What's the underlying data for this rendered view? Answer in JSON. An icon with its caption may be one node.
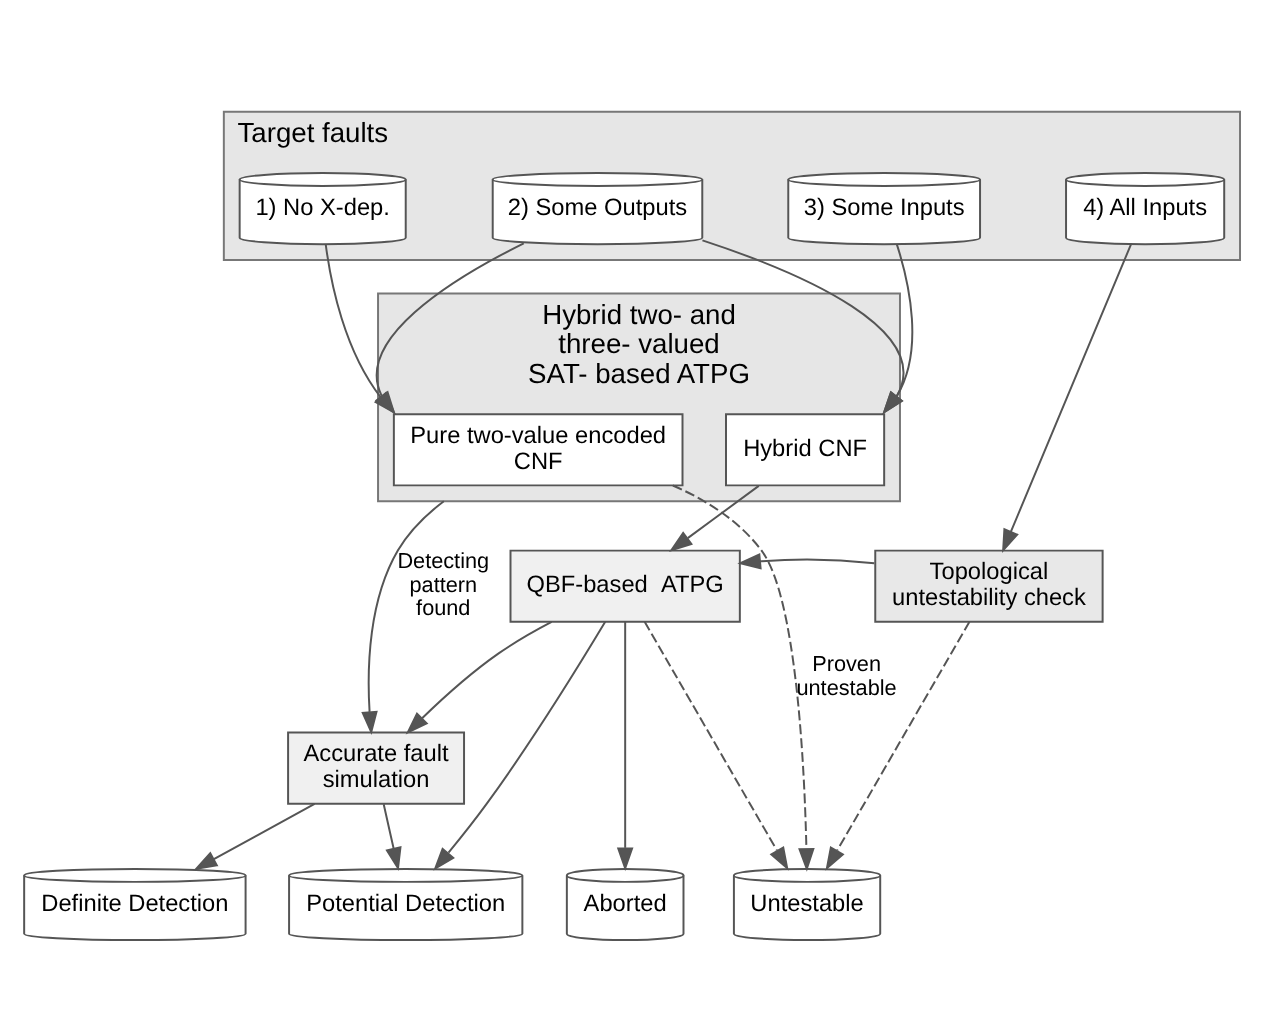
{
  "diagram": {
    "nodes": [
      {
        "text": [
          "Target faults"
        ]
      },
      {
        "text": [
          "1) No X-dep."
        ],
        "in": 0
      },
      {
        "text": [
          "2) Some Outputs"
        ],
        "in": 0
      },
      {
        "text": [
          "3) Some Inputs"
        ],
        "in": 0
      },
      {
        "text": [
          "4) All Inputs"
        ],
        "in": 0
      },
      {
        "text": [
          "Hybrid two- and three- valued SAT- based ATPG"
        ]
      },
      {
        "text": [
          "Pure two-value encoded CNF"
        ],
        "in": 5
      },
      {
        "text": [
          "Hybrid CNF"
        ],
        "in": 5
      },
      {
        "text": [
          "Topological untestability check"
        ]
      },
      {
        "text": [
          "QBF-based  ATPG"
        ]
      },
      {
        "text": [
          "Accurate fault simulation"
        ]
      },
      {
        "text": [
          "Definite Detection"
        ]
      },
      {
        "text": [
          "Potential Detection"
        ]
      },
      {
        "text": [
          "Aborted"
        ]
      },
      {
        "text": [
          "Untestable"
        ]
      }
    ],
    "edges": [
      {
        "from": 1,
        "to": 6,
        "arrow": "to"
      },
      {
        "from": 2,
        "to": 6,
        "arrow": "to"
      },
      {
        "from": 2,
        "to": 7,
        "arrow": "to"
      },
      {
        "from": 3,
        "to": 7,
        "arrow": "to"
      },
      {
        "from": 4,
        "to": 8,
        "arrow": "to"
      },
      {
        "from": 7,
        "to": 9,
        "arrow": "to"
      },
      {
        "from": 6,
        "to": 14,
        "arrow": "to",
        "style": "dashed",
        "label": "Proven untestable"
      },
      {
        "from": 8,
        "to": 9,
        "arrow": "to"
      },
      {
        "from": 8,
        "to": 14,
        "arrow": "to",
        "style": "dashed"
      },
      {
        "from": 5,
        "to": 10,
        "arrow": "to",
        "label": "Detecting pattern found"
      },
      {
        "from": 9,
        "to": 10,
        "arrow": "to"
      },
      {
        "from": 10,
        "to": 12,
        "arrow": "to"
      },
      {
        "from": 9,
        "to": 12,
        "arrow": "to"
      },
      {
        "from": 9,
        "to": 13,
        "arrow": "to"
      },
      {
        "from": 9,
        "to": 14,
        "arrow": "to",
        "style": "dashed"
      },
      {
        "from": 10,
        "to": 11,
        "arrow": "to"
      }
    ]
  }
}
